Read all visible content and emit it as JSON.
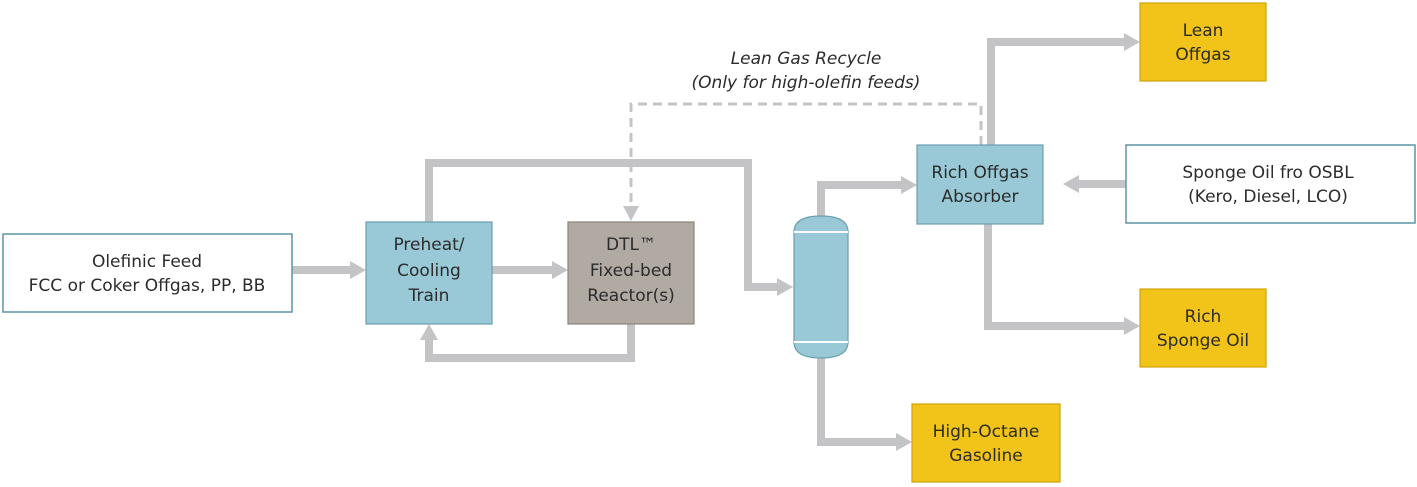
{
  "nodes": {
    "feed": {
      "line1": "Olefinic Feed",
      "line2": "FCC or Coker Offgas, PP, BB",
      "fill": "#ffffff"
    },
    "preheat": {
      "line1": "Preheat/",
      "line2": "Cooling",
      "line3": "Train",
      "fill": "#99c9d6"
    },
    "reactor": {
      "line1": "DTL™",
      "line2": "Fixed-bed",
      "line3": "Reactor(s)",
      "fill": "#b1aaa3"
    },
    "absorber": {
      "line1": "Rich Offgas",
      "line2": "Absorber",
      "fill": "#99c9d6"
    },
    "sponge_oil": {
      "line1": "Sponge Oil fro OSBL",
      "line2": "(Kero, Diesel, LCO)",
      "fill": "#ffffff"
    },
    "lean_offgas": {
      "line1": "Lean",
      "line2": "Offgas",
      "fill": "#f2c318"
    },
    "rich_sponge": {
      "line1": "Rich",
      "line2": "Sponge Oil",
      "fill": "#f2c318"
    },
    "gasoline": {
      "line1": "High-Octane",
      "line2": "Gasoline",
      "fill": "#f2c318"
    }
  },
  "recycle_note": {
    "line1": "Lean Gas Recycle",
    "line2": "(Only for high-olefin feeds)"
  },
  "colors": {
    "pipe": "#c4c4c6",
    "column": "#99c9d6",
    "text": "#2b2b2b"
  }
}
